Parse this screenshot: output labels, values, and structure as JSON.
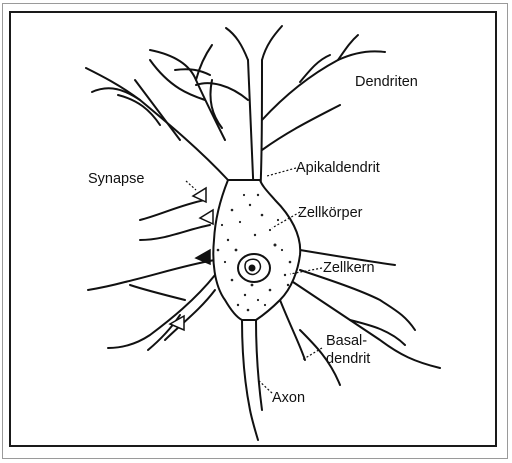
{
  "labels": {
    "dendriten": "Dendriten",
    "apikaldendrit": "Apikaldendrit",
    "synapse": "Synapse",
    "zellkoerper": "Zellkörper",
    "zellkern": "Zellkern",
    "basal_line1": "Basal-",
    "basal_line2": "dendrit",
    "axon": "Axon"
  },
  "colors": {
    "ink": "#111111",
    "paper": "#ffffff",
    "stipple": "#222222"
  }
}
